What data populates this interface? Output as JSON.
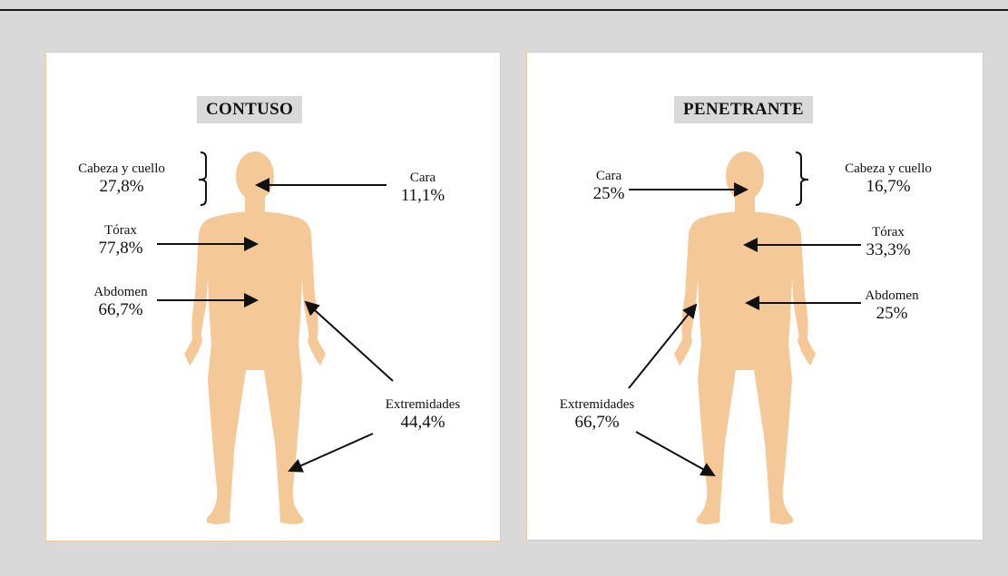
{
  "colors": {
    "body": "#f5c997",
    "panel_border": "#e8c9a0",
    "title_bg": "#d9d9d9"
  },
  "left": {
    "title": "CONTUSO",
    "labels": {
      "head_neck": {
        "name": "Cabeza y cuello",
        "pct": "27,8%"
      },
      "face": {
        "name": "Cara",
        "pct": "11,1%"
      },
      "thorax": {
        "name": "Tórax",
        "pct": "77,8%"
      },
      "abdomen": {
        "name": "Abdomen",
        "pct": "66,7%"
      },
      "limbs": {
        "name": "Extremidades",
        "pct": "44,4%"
      }
    }
  },
  "right": {
    "title": "PENETRANTE",
    "labels": {
      "face": {
        "name": "Cara",
        "pct": "25%"
      },
      "head_neck": {
        "name": "Cabeza y cuello",
        "pct": "16,7%"
      },
      "thorax": {
        "name": "Tórax",
        "pct": "33,3%"
      },
      "abdomen": {
        "name": "Abdomen",
        "pct": "25%"
      },
      "limbs": {
        "name": "Extremidades",
        "pct": "66,7%"
      }
    }
  }
}
